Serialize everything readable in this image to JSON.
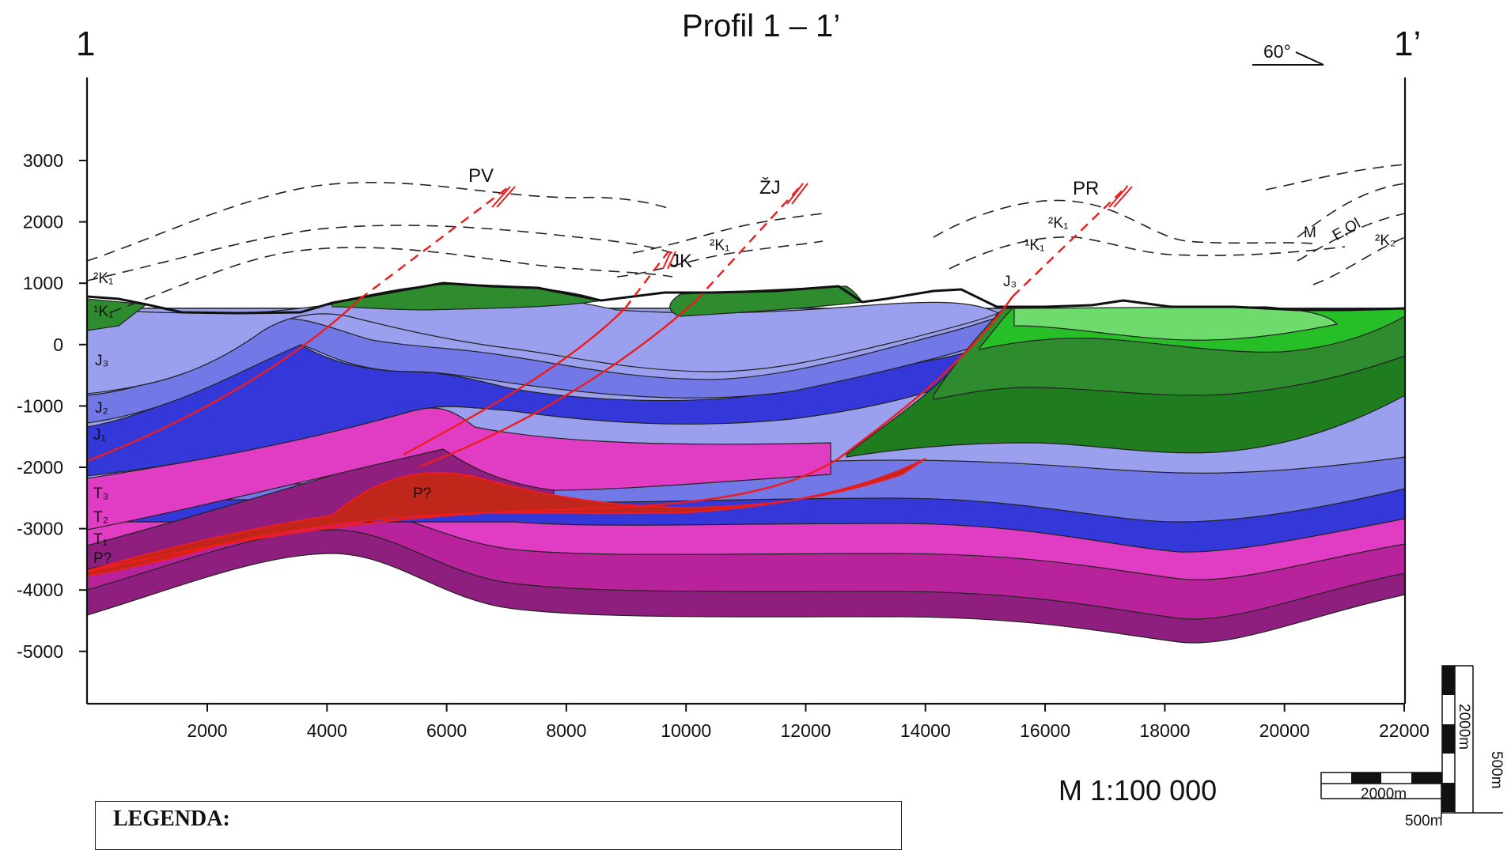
{
  "title": "Profil 1 – 1’",
  "profile_start": "1",
  "profile_end": "1’",
  "dip_label": "60°",
  "y_ticks": [
    "3000",
    "2000",
    "1000",
    "0",
    "-1000",
    "-2000",
    "-3000",
    "-4000",
    "-5000"
  ],
  "x_ticks": [
    "2000",
    "4000",
    "6000",
    "8000",
    "10000",
    "12000",
    "14000",
    "16000",
    "18000",
    "20000",
    "22000"
  ],
  "fault_labels": {
    "pv": "PV",
    "zj": "ŽJ",
    "pr": "PR",
    "jk": "JK"
  },
  "unit_labels_left": {
    "k2": "²K₁",
    "k1": "¹K₁",
    "j3": "J₃",
    "j2": "J₂",
    "j1": "J₁",
    "t3": "T₃",
    "t2": "T₂",
    "t1": "T₁",
    "p": "P?"
  },
  "unit_labels_mid": {
    "p_center": "P?",
    "k2_mid": "²K₁",
    "k2_right": "²K₁",
    "k1_right": "¹K₁",
    "j3_right": "J₃",
    "m": "M",
    "eol": "E,Ol",
    "k2_upper": "²K₂"
  },
  "scale_text": "M 1:100 000",
  "bar_labels": {
    "h2000": "2000m",
    "h500": "500m",
    "v2000": "2000m",
    "v500": "500m"
  },
  "legend_title": "LEGENDA:",
  "colors": {
    "cretaceous_dark": "#2e8b2e",
    "cretaceous_light": "#6ddc6d",
    "green_bright": "#27bf27",
    "green_deep": "#1f7d1f",
    "j3": "#9aa0ee",
    "j2": "#7278e6",
    "j1": "#3438d8",
    "t3": "#e03cc4",
    "t2": "#b8239c",
    "t1": "#8e1f7e",
    "permian": "#c0271a",
    "fault": "#ee1c1c"
  }
}
